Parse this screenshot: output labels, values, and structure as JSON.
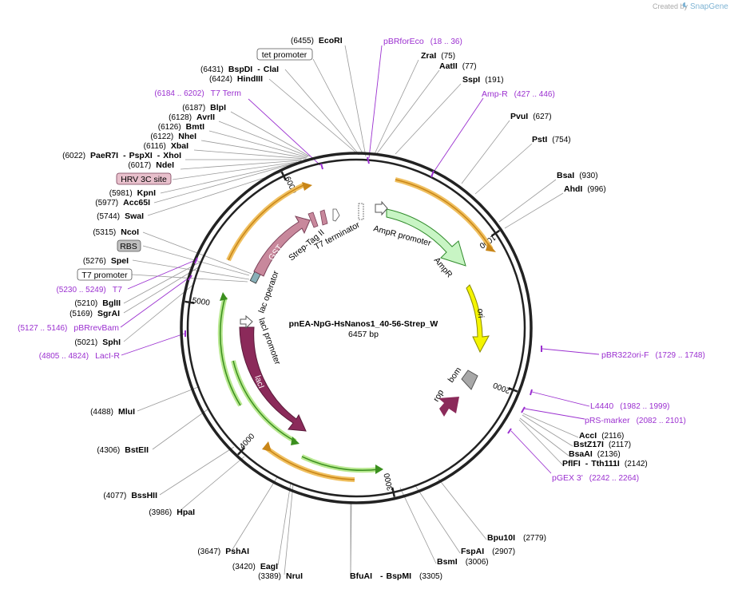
{
  "credit": {
    "text": "Created by",
    "brand": "SnapGene"
  },
  "plasmid": {
    "name": "pnEA-NpG-HsNanos1_40-56-Strep_W",
    "size": "6457 bp",
    "length": 6457
  },
  "colors": {
    "backbone": "#222222",
    "leader": "#999999",
    "primer": "#9b30d0",
    "orange_arrow": "#f0a830",
    "green_arrow": "#6ac43c",
    "ampR": "#c8f5c4",
    "ori": "#f5f500",
    "lacI": "#8b2a5a",
    "gst": "#c8889c",
    "rop": "#8b2a5a",
    "bom": "#a8a8a8"
  },
  "ticks": [
    "1000",
    "2000",
    "3000",
    "4000",
    "5000",
    "6000"
  ],
  "tick_positions": [
    1000,
    2000,
    3000,
    4000,
    5000,
    6000
  ],
  "right_labels": [
    {
      "name": "EcoRI",
      "pos": "(6455)"
    },
    {
      "name": "ZraI",
      "pos": "(75)"
    },
    {
      "name": "AatII",
      "pos": "(77)"
    },
    {
      "name": "SspI",
      "pos": "(191)"
    },
    {
      "name": "PvuI",
      "pos": "(627)"
    },
    {
      "name": "PstI",
      "pos": "(754)"
    },
    {
      "name": "BsaI",
      "pos": "(930)"
    },
    {
      "name": "AhdI",
      "pos": "(996)"
    },
    {
      "name": "AccI",
      "pos": "(2116)"
    },
    {
      "name": "BstZ17I",
      "pos": "(2117)"
    },
    {
      "name": "BsaAI",
      "pos": "(2136)"
    },
    {
      "name": "PflFI",
      "name2": "Tth111I",
      "pos": "(2142)"
    },
    {
      "name": "Bpu10I",
      "pos": "(2779)"
    },
    {
      "name": "FspAI",
      "pos": "(2907)"
    },
    {
      "name": "BsmI",
      "pos": "(3006)"
    },
    {
      "name": "BfuAI",
      "name2": "BspMI",
      "pos": "(3305)"
    }
  ],
  "left_labels": [
    {
      "name": "BspDI",
      "name2": "ClaI",
      "pos": "(6431)"
    },
    {
      "name": "HindIII",
      "pos": "(6424)"
    },
    {
      "name": "BlpI",
      "pos": "(6187)"
    },
    {
      "name": "AvrII",
      "pos": "(6128)"
    },
    {
      "name": "BmtI",
      "pos": "(6126)"
    },
    {
      "name": "NheI",
      "pos": "(6122)"
    },
    {
      "name": "XbaI",
      "pos": "(6116)"
    },
    {
      "name": "PaeR7I",
      "name2": "PspXI",
      "name3": "XhoI",
      "pos": "(6022)"
    },
    {
      "name": "NdeI",
      "pos": "(6017)"
    },
    {
      "name": "KpnI",
      "pos": "(5981)"
    },
    {
      "name": "Acc65I",
      "pos": "(5977)"
    },
    {
      "name": "SwaI",
      "pos": "(5744)"
    },
    {
      "name": "NcoI",
      "pos": "(5315)"
    },
    {
      "name": "SpeI",
      "pos": "(5276)"
    },
    {
      "name": "BglII",
      "pos": "(5210)"
    },
    {
      "name": "SgrAI",
      "pos": "(5169)"
    },
    {
      "name": "SphI",
      "pos": "(5021)"
    },
    {
      "name": "MluI",
      "pos": "(4488)"
    },
    {
      "name": "BstEII",
      "pos": "(4306)"
    },
    {
      "name": "BssHII",
      "pos": "(4077)"
    },
    {
      "name": "HpaI",
      "pos": "(3986)"
    },
    {
      "name": "PshAI",
      "pos": "(3647)"
    },
    {
      "name": "EagI",
      "pos": "(3420)"
    },
    {
      "name": "NruI",
      "pos": "(3389)"
    }
  ],
  "primers": [
    {
      "name": "pBRforEco",
      "range": "(18 .. 36)"
    },
    {
      "name": "Amp-R",
      "range": "(427 .. 446)"
    },
    {
      "name": "pBR322ori-F",
      "range": "(1729 .. 1748)"
    },
    {
      "name": "L4440",
      "range": "(1982 .. 1999)"
    },
    {
      "name": "pRS-marker",
      "range": "(2082 .. 2101)"
    },
    {
      "name": "pGEX 3'",
      "range": "(2242 .. 2264)"
    },
    {
      "name": "T7 Term",
      "range": "(6184 .. 6202)"
    },
    {
      "name": "T7",
      "range": "(5230 .. 5249)"
    },
    {
      "name": "pBRrevBam",
      "range": "(5127 .. 5146)"
    },
    {
      "name": "LacI-R",
      "range": "(4805 .. 4824)"
    }
  ],
  "boxed_labels": [
    {
      "name": "tet promoter"
    },
    {
      "name": "HRV 3C site"
    },
    {
      "name": "RBS"
    },
    {
      "name": "T7 promoter"
    }
  ],
  "features": [
    {
      "name": "AmpR"
    },
    {
      "name": "AmpR promoter"
    },
    {
      "name": "ori"
    },
    {
      "name": "bom"
    },
    {
      "name": "rop"
    },
    {
      "name": "lacI"
    },
    {
      "name": "lacI promoter"
    },
    {
      "name": "lac operator"
    },
    {
      "name": "GST"
    },
    {
      "name": "Strep-Tag II"
    },
    {
      "name": "T7 terminator"
    }
  ]
}
